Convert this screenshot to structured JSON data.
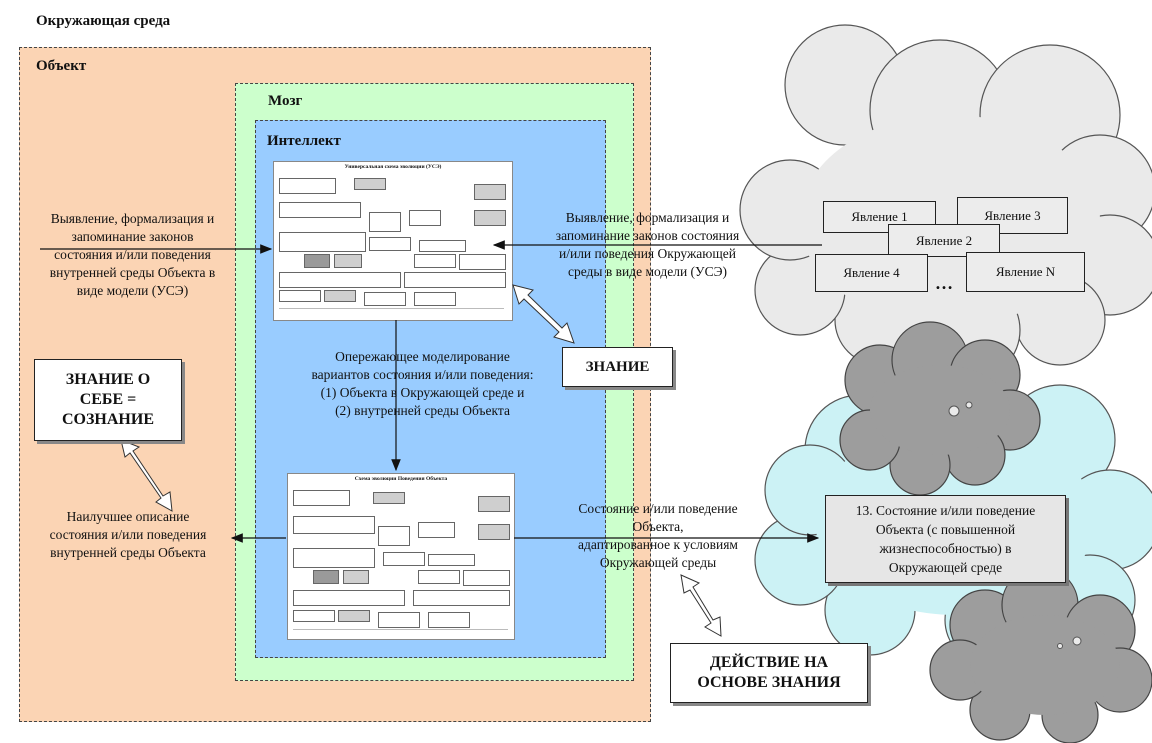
{
  "environment_label": "Окружающая среда",
  "object_label": "Объект",
  "brain_label": "Мозг",
  "intellect_label": "Интеллект",
  "thumb_top_title": "Универсальная схема эволюции (УСЭ)",
  "thumb_bottom_title": "Схема эволюции Поведения Объекта",
  "left_law_text": [
    "Выявление, формализация и",
    "запоминание законов",
    "состояния и/или поведения",
    "внутренней среды Объекта в",
    "виде модели (УСЭ)"
  ],
  "right_law_text": [
    "Выявление, формализация и",
    "запоминание законов состояния",
    "и/или поведения Окружающей",
    "среды в виде модели (УСЭ)"
  ],
  "advance_modeling_text": [
    "Опережающее моделирование",
    "вариантов состояния и/или поведения:",
    "(1) Объекта в Окружающей среде и",
    "(2) внутренней среды Объекта"
  ],
  "best_description_text": [
    "Наилучшее описание",
    "состояния и/или поведения",
    "внутренней среды Объекта"
  ],
  "adapted_state_text": [
    "Состояние и/или поведение",
    "Объекта,",
    "адаптированное к условиям",
    "Окружающей среды"
  ],
  "knowledge_label": "ЗНАНИЕ",
  "self_knowledge_label": [
    "ЗНАНИЕ О",
    "СЕБЕ =",
    "СОЗНАНИЕ"
  ],
  "action_label": [
    "ДЕЙСТВИЕ НА",
    "ОСНОВЕ ЗНАНИЯ"
  ],
  "phenomena": [
    "Явление 1",
    "Явление 2",
    "Явление 3",
    "Явление 4",
    "Явление N"
  ],
  "phenomena_ellipsis": "…",
  "state13_text": [
    "13. Состояние и/или поведение",
    "Объекта (с повышенной",
    "жизнеспособностью) в",
    "Окружающей среде"
  ],
  "colors": {
    "object_fill": "#fbd4b4",
    "brain_fill": "#ccffcc",
    "intellect_fill": "#99ccff",
    "cloud_light": "#eaeaea",
    "cloud_dark": "#9d9d9d",
    "cloud_cyan": "#ccf2f5"
  }
}
